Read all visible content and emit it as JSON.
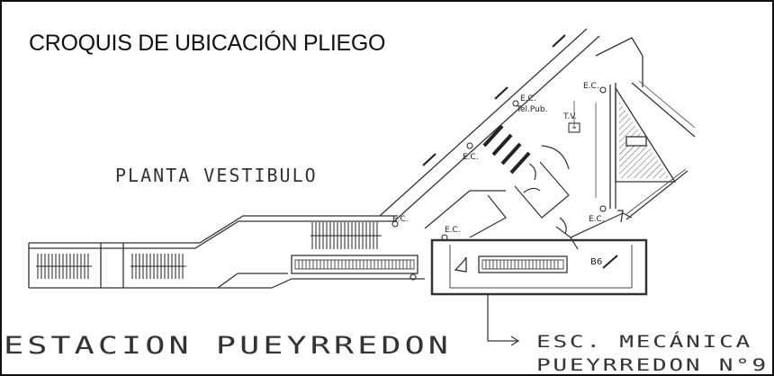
{
  "title": "CROQUIS DE UBICACIÓN PLIEGO",
  "plan_label": "PLANTA VESTIBULO",
  "station_label": "ESTACION PUEYRREDON",
  "callout": {
    "line1": "ESC. MECÁNICA",
    "line2": "PUEYRREDON N°9"
  },
  "labels": {
    "ec": "E.C.",
    "tel_pub": "Tel.Pub.",
    "tv": "T.V.",
    "b6": "B6"
  },
  "colors": {
    "line": "#222222",
    "highlight": "#333333",
    "hatch": "#555555"
  }
}
